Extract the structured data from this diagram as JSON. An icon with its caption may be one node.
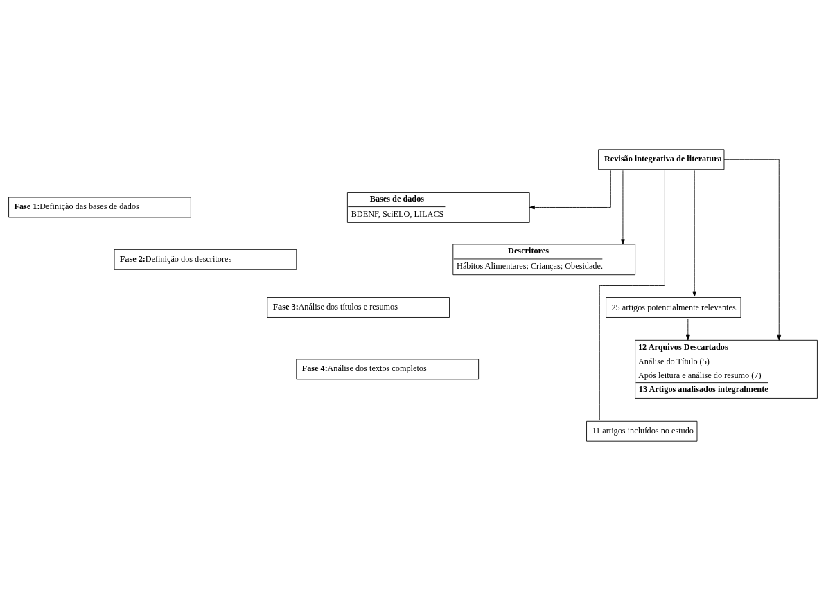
{
  "diagram": {
    "nodes": [
      {
        "text": [
          "Revisão integrativa de literatura"
        ]
      },
      {
        "text": [
          "Fase 1:",
          "Definição das bases de dados"
        ]
      },
      {
        "text": [
          "Bases de dados",
          "BDENF, SciELO, LILACS"
        ]
      },
      {
        "text": [
          "Fase 2:",
          "Definição dos descritores"
        ]
      },
      {
        "text": [
          "Descritores",
          "Hábitos Alimentares; Crianças; Obesidade."
        ]
      },
      {
        "text": [
          "Fase 3:",
          "Análise dos títulos e resumos"
        ]
      },
      {
        "text": [
          "25 artigos potencialmente relevantes."
        ]
      },
      {
        "text": [
          "12 Arquivos Descartados",
          "Análise do Título (5)",
          "Após leitura e análise do resumo (7)",
          "13 Artigos analisados integralmente"
        ]
      },
      {
        "text": [
          "Fase 4:",
          "Análise dos textos completos"
        ]
      },
      {
        "text": [
          "11 artigos incluídos no estudo"
        ]
      }
    ],
    "edges": [
      {
        "from": 0,
        "to": 2,
        "arrow": "to"
      },
      {
        "from": 0,
        "to": 4,
        "arrow": "to"
      },
      {
        "from": 0,
        "to": 6,
        "arrow": "to"
      },
      {
        "from": 6,
        "to": 7,
        "arrow": "to"
      },
      {
        "from": 0,
        "to": 7,
        "arrow": "to"
      },
      {
        "from": 0,
        "to": 9,
        "arrow": "none"
      }
    ]
  }
}
